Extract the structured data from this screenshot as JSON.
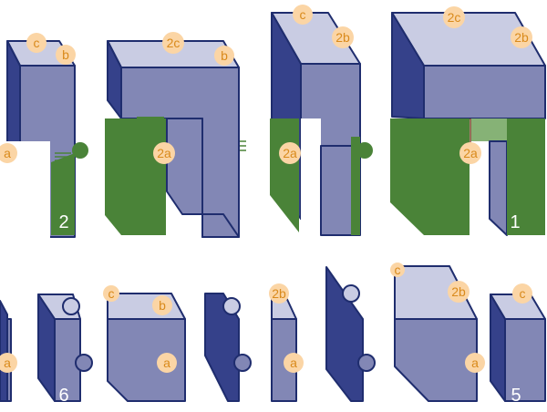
{
  "colors": {
    "top": "#c9cce3",
    "front": "#8287b5",
    "side": "#35418a",
    "outline": "#1f2d6e",
    "green": "#4a8338",
    "green_light": "#86b276",
    "badge_fill": "#fbd5a5",
    "badge_text": "#d98a1c",
    "number_text": "#ffffff"
  },
  "labels": {
    "a": "a",
    "b": "b",
    "c": "c",
    "2a": "2a",
    "2b": "2b",
    "2c": "2c",
    "n1": "1",
    "n2": "2",
    "n5": "5",
    "n6": "6"
  }
}
